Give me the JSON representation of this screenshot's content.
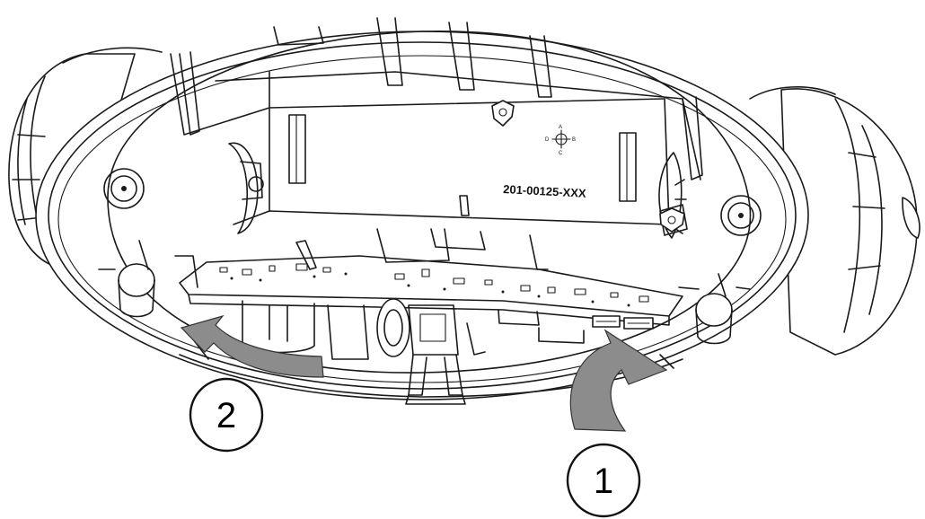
{
  "part_number": "201-00125-XXX",
  "compass_letters": {
    "n": "A",
    "e": "B",
    "s": "C",
    "w": "D"
  },
  "arrow_fill_color": "#8c8c8c",
  "callouts": [
    {
      "id": "1",
      "label": "1"
    },
    {
      "id": "2",
      "label": "2"
    }
  ]
}
